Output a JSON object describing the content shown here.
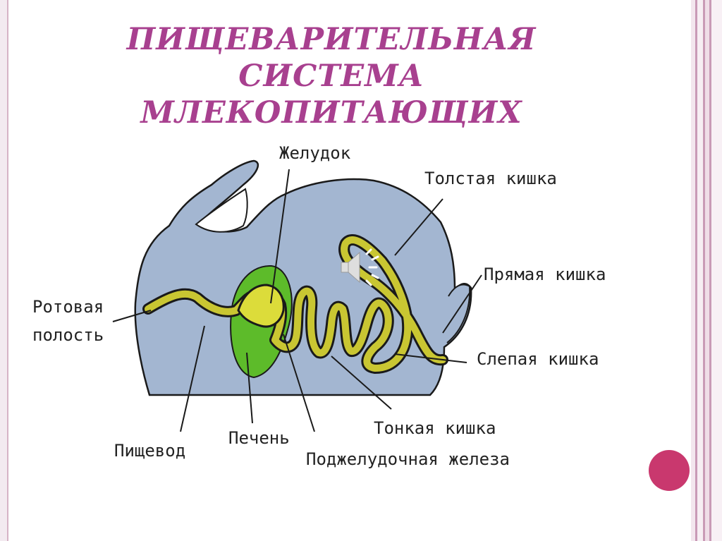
{
  "title": {
    "line1": "ПИЩЕВАРИТЕЛЬНАЯ СИСТЕМА",
    "line2": "МЛЕКОПИТАЮЩИХ"
  },
  "labels": {
    "stomach": "Желудок",
    "large_intestine": "Толстая кишка",
    "rectum": "Прямая кишка",
    "oral_cavity_1": "Ротовая",
    "oral_cavity_2": "полость",
    "cecum": "Слепая кишка",
    "small_intestine": "Тонкая кишка",
    "esophagus": "Пищевод",
    "liver": "Печень",
    "pancreas": "Поджелудочная железа"
  },
  "colors": {
    "title": "#a8408f",
    "body": "#a3b6d1",
    "liver": "#5dbb2a",
    "gut_outline": "#1a1a1a",
    "gut_fill": "#c9c632",
    "accent_dot": "#c9386e"
  },
  "icons": {
    "audio": "speaker-icon"
  }
}
